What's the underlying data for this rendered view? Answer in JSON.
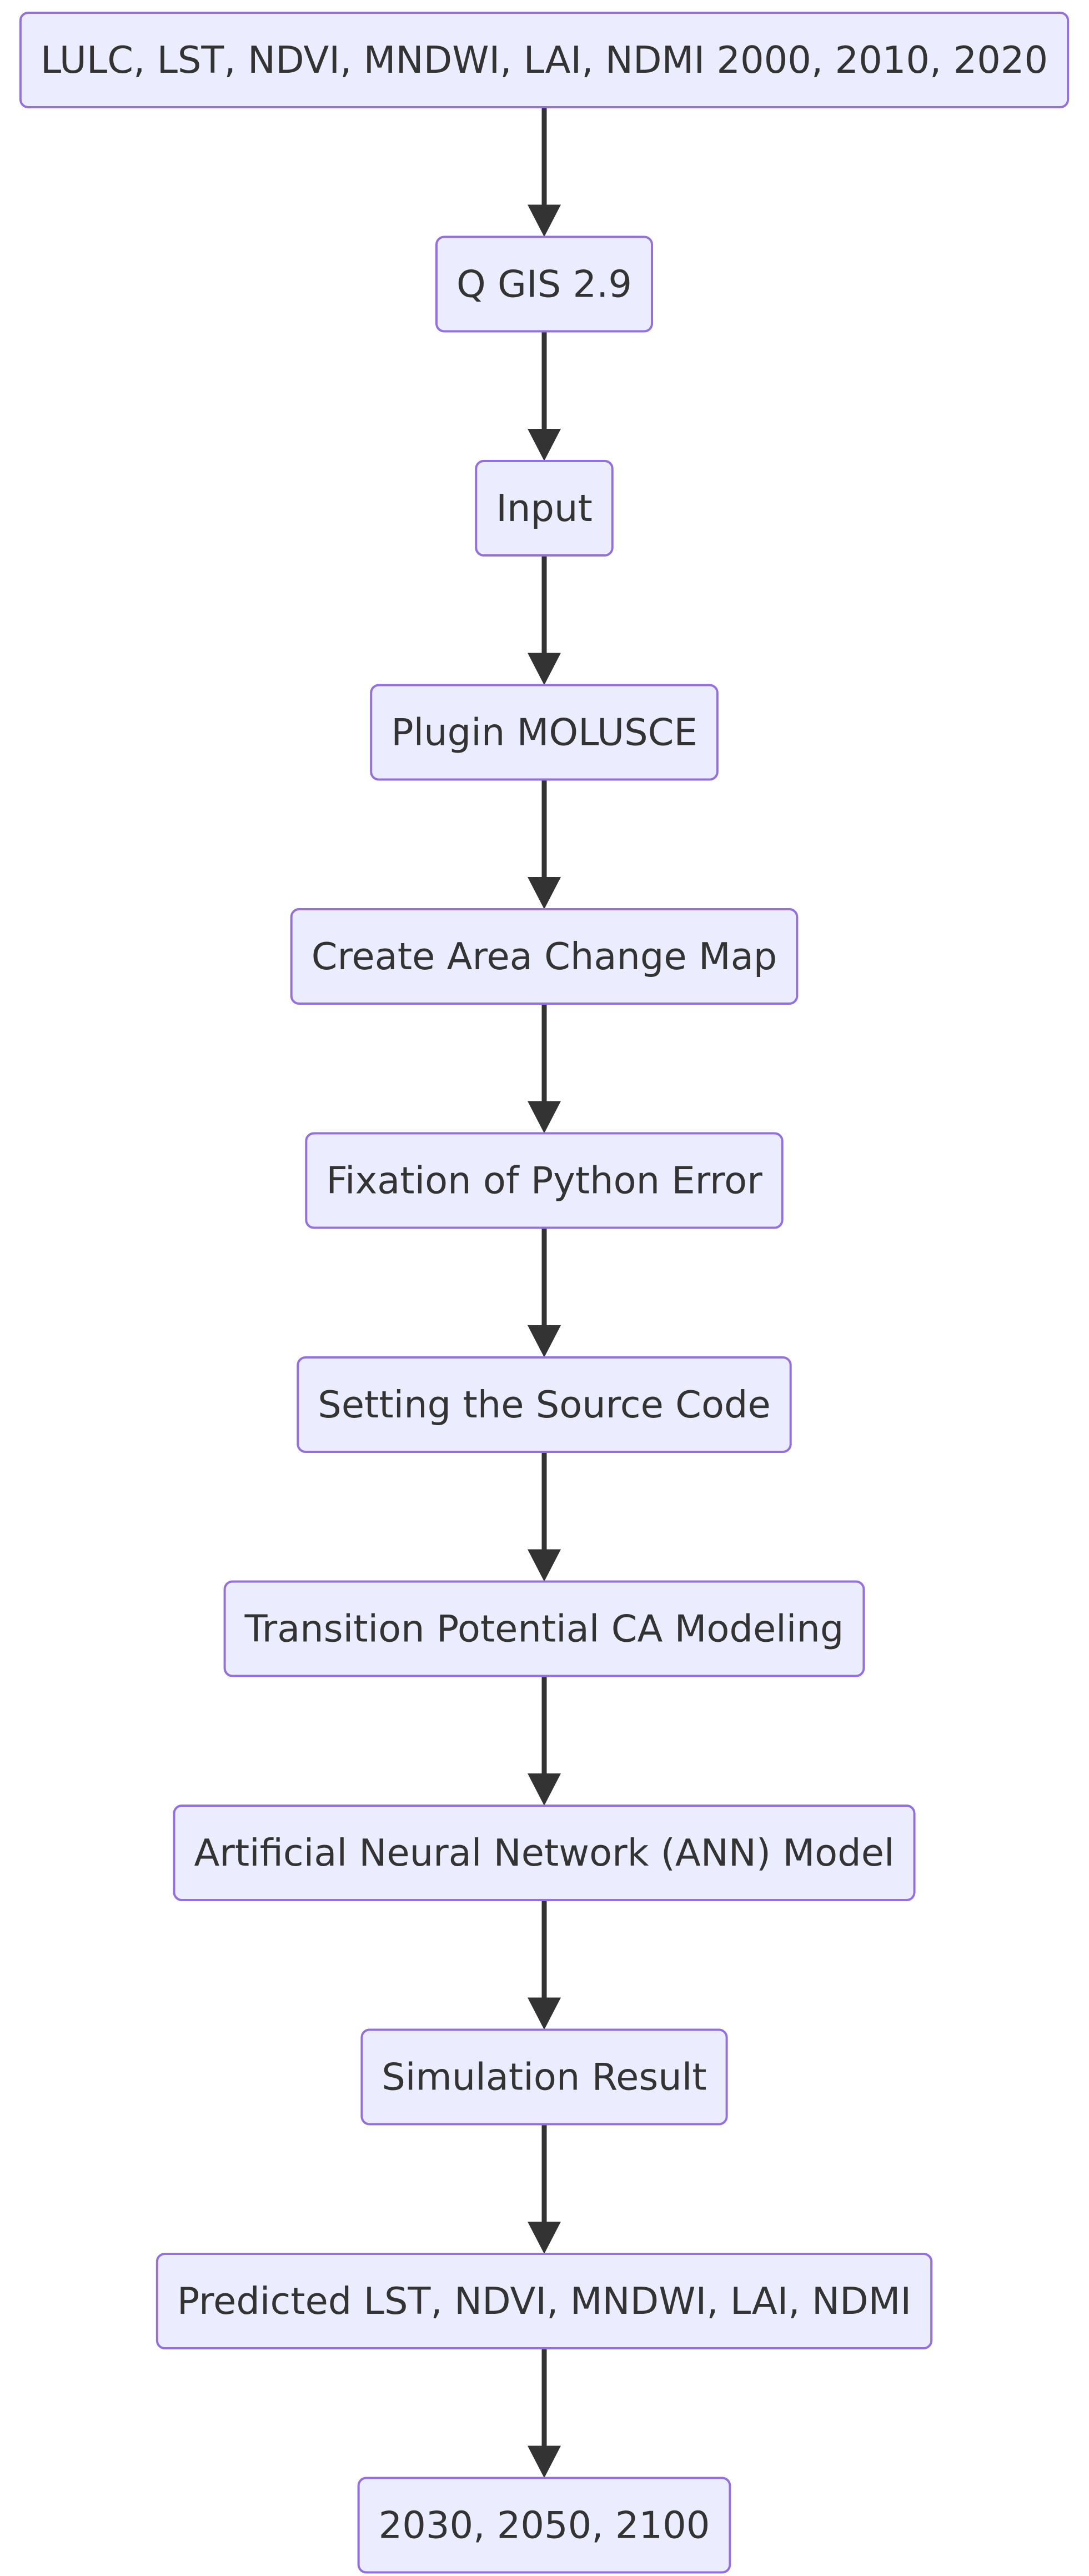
{
  "flowchart": {
    "nodes": [
      {
        "label": "LULC, LST, NDVI, MNDWI, LAI, NDMI 2000, 2010, 2020"
      },
      {
        "label": "Q GIS 2.9"
      },
      {
        "label": "Input"
      },
      {
        "label": "Plugin MOLUSCE"
      },
      {
        "label": "Create Area Change Map"
      },
      {
        "label": "Fixation of Python Error"
      },
      {
        "label": "Setting the Source Code"
      },
      {
        "label": "Transition Potential CA Modeling"
      },
      {
        "label": "Artificial Neural Network (ANN) Model"
      },
      {
        "label": "Simulation Result"
      },
      {
        "label": "Predicted LST, NDVI, MNDWI, LAI, NDMI"
      },
      {
        "label": "2030, 2050, 2100"
      }
    ],
    "edges": [
      {
        "from": 0,
        "to": 1
      },
      {
        "from": 1,
        "to": 2
      },
      {
        "from": 2,
        "to": 3
      },
      {
        "from": 3,
        "to": 4
      },
      {
        "from": 4,
        "to": 5
      },
      {
        "from": 5,
        "to": 6
      },
      {
        "from": 6,
        "to": 7
      },
      {
        "from": 7,
        "to": 8
      },
      {
        "from": 8,
        "to": 9
      },
      {
        "from": 9,
        "to": 10
      },
      {
        "from": 10,
        "to": 11
      }
    ]
  }
}
